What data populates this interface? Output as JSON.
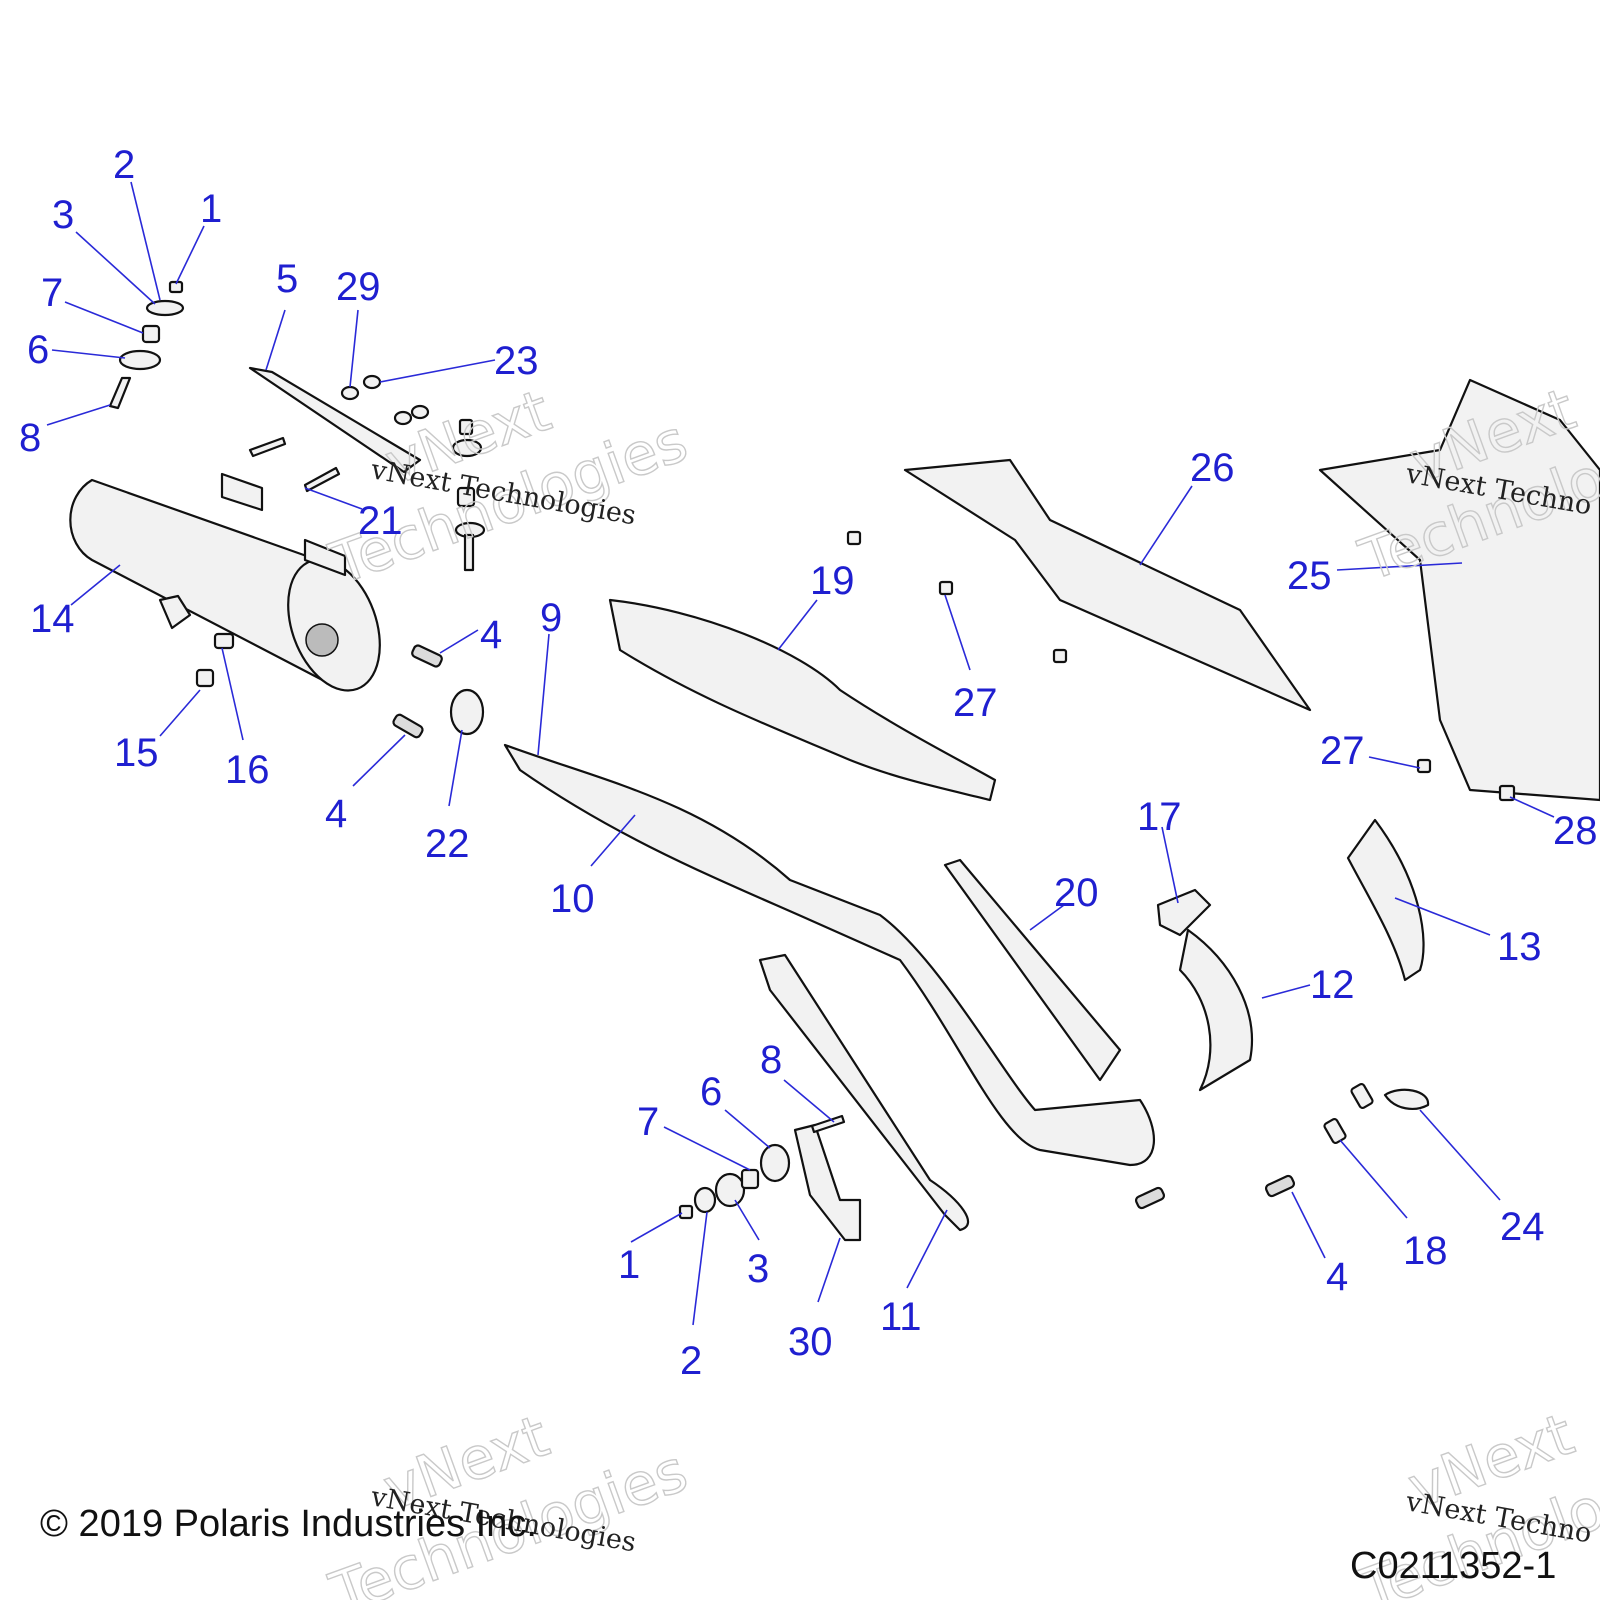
{
  "callouts": {
    "c1a": "1",
    "c2a": "2",
    "c3a": "3",
    "c7a": "7",
    "c6a": "6",
    "c8a": "8",
    "c5": "5",
    "c29": "29",
    "c23": "23",
    "c21": "21",
    "c14": "14",
    "c4a": "4",
    "c4b": "4",
    "c9": "9",
    "c15": "15",
    "c16": "16",
    "c22": "22",
    "c10": "10",
    "c19": "19",
    "c26": "26",
    "c27a": "27",
    "c25": "25",
    "c27b": "27",
    "c28": "28",
    "c17": "17",
    "c20": "20",
    "c13": "13",
    "c12": "12",
    "c8b": "8",
    "c6b": "6",
    "c7b": "7",
    "c1b": "1",
    "c3b": "3",
    "c2b": "2",
    "c30": "30",
    "c11": "11",
    "c4c": "4",
    "c18": "18",
    "c24": "24"
  },
  "watermark": {
    "outline_line1": "vNext",
    "outline_line2": "Technologies",
    "script": "vNext Technologies",
    "script_cut": "vNext Techno"
  },
  "footer": {
    "copyright": "© 2019 Polaris Industries Inc.",
    "drawing_number": "C0211352-1"
  }
}
